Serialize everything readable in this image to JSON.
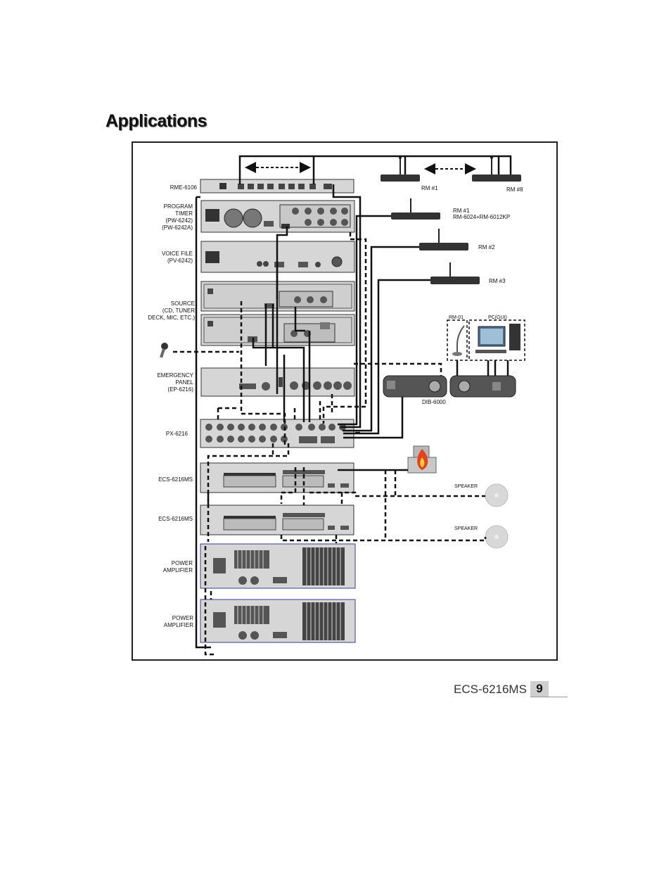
{
  "page": {
    "heading": "Applications",
    "footer_model": "ECS-6216MS",
    "page_number": "9"
  },
  "diagram": {
    "rack_labels": {
      "rme": "RME-6106",
      "program_timer": [
        "PROGRAM",
        "TIMER",
        "(PW-6242)",
        "(PW-6242A)"
      ],
      "voice_file": [
        "VOICE FILE",
        "(PV-6242)"
      ],
      "source": [
        "SOURCE",
        "(CD, TUNER",
        "DECK, MIC, ETC.)"
      ],
      "emergency": [
        "EMERGENCY",
        "PANEL",
        "(EP-6216)"
      ],
      "px": "PX-6216",
      "ecs1": "ECS-6216MS",
      "ecs2": "ECS-6216MS",
      "amp1": [
        "POWER",
        "AMPLIFIER"
      ],
      "amp2": [
        "POWER",
        "AMPLIFIER"
      ]
    },
    "remote_labels": {
      "rm1_top": "RM #1",
      "rm8": "RM #8",
      "rm1_detail": [
        "RM #1",
        "RM-6024+RM-6012KP"
      ],
      "rm2": "RM #2",
      "rm3": "RM #3",
      "rm01": "RM-01",
      "pc": "PC(GUI)",
      "dib": "DIB-6000",
      "speaker1": "SPEAKER",
      "speaker2": "SPEAKER"
    }
  }
}
